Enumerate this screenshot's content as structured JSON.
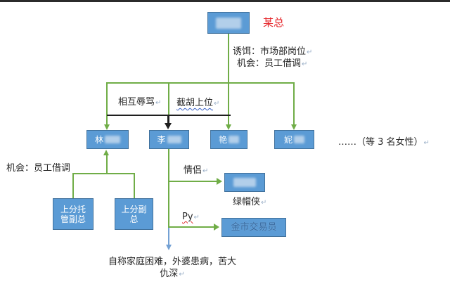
{
  "diagram": {
    "top_box": {
      "annotation": "某总"
    },
    "nodes": {
      "lin": "林",
      "li": "李",
      "yan": "艳",
      "ni": "妮",
      "sub_manager_line1": "上分托",
      "sub_manager_line2": "管副总",
      "sub_vp_line1": "上分副",
      "sub_vp_line2": "总",
      "gold_trader": "金市交易员",
      "cuckold_caption": "绿帽侠"
    },
    "notes": {
      "bait": "诱饵：市场部岗位",
      "chance_top": "机会：员工借调",
      "chance_left": "机会：员工借调",
      "etc": "……（等 3 名女性）",
      "bottom_line1": "自称家庭困难，外婆患病，苦大",
      "bottom_line2": "仇深"
    },
    "edge_labels": {
      "mutual_insult": "相互辱骂",
      "snipe": "截胡上位",
      "lover": "情侣",
      "py": "Py"
    },
    "return_mark": "↵",
    "colors": {
      "node_fill": "#5b9bd5",
      "node_border": "#41719c",
      "connector_green": "#70ad47",
      "connector_black": "#1f1f1f",
      "connector_blue": "#74a1d4",
      "annotation_red": "#e5262b",
      "text": "#262626",
      "top_border": "#2b2b2b"
    }
  }
}
